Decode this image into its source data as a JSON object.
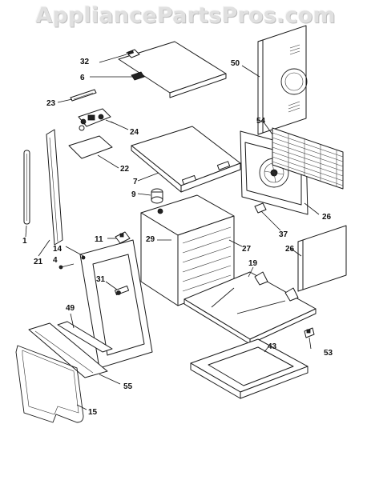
{
  "watermark": "AppliancePartsPros.com",
  "callouts": [
    {
      "id": "1",
      "label": "1"
    },
    {
      "id": "4",
      "label": "4"
    },
    {
      "id": "6",
      "label": "6"
    },
    {
      "id": "7",
      "label": "7"
    },
    {
      "id": "9",
      "label": "9"
    },
    {
      "id": "11",
      "label": "11"
    },
    {
      "id": "14",
      "label": "14"
    },
    {
      "id": "15",
      "label": "15"
    },
    {
      "id": "19",
      "label": "19"
    },
    {
      "id": "21",
      "label": "21"
    },
    {
      "id": "22",
      "label": "22"
    },
    {
      "id": "23",
      "label": "23"
    },
    {
      "id": "24",
      "label": "24"
    },
    {
      "id": "26a",
      "label": "26"
    },
    {
      "id": "26b",
      "label": "26"
    },
    {
      "id": "27",
      "label": "27"
    },
    {
      "id": "29",
      "label": "29"
    },
    {
      "id": "31",
      "label": "31"
    },
    {
      "id": "32",
      "label": "32"
    },
    {
      "id": "37",
      "label": "37"
    },
    {
      "id": "43",
      "label": "43"
    },
    {
      "id": "49",
      "label": "49"
    },
    {
      "id": "50",
      "label": "50"
    },
    {
      "id": "53",
      "label": "53"
    },
    {
      "id": "54",
      "label": "54"
    },
    {
      "id": "55",
      "label": "55"
    }
  ]
}
